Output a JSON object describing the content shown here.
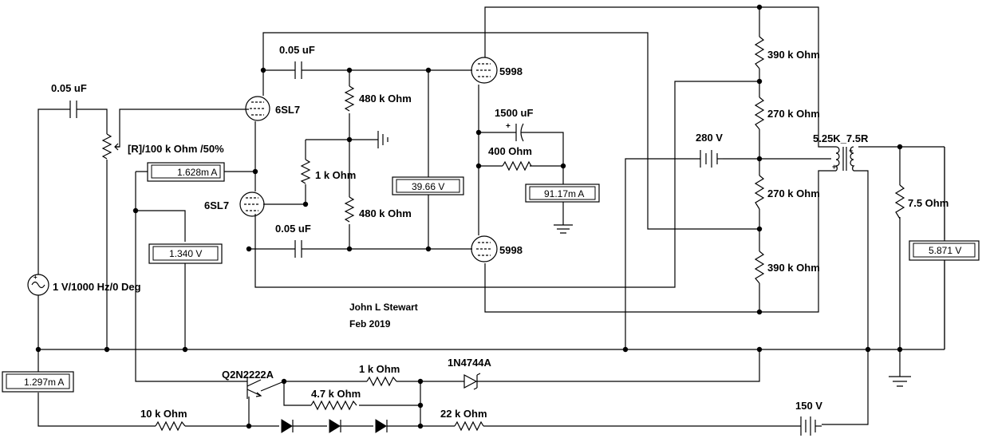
{
  "components": {
    "cap_input": "0.05 uF",
    "pot": "[R]/100 k Ohm /50%",
    "cap_top": "0.05 uF",
    "cap_bottom": "0.05 uF",
    "cap_1500": "1500 uF",
    "r_top_480": "480 k Ohm",
    "r_bot_480": "480 k Ohm",
    "r_1k_grid": "1 k Ohm",
    "r_400": "400  Ohm",
    "tube_6sl7_top": "6SL7",
    "tube_6sl7_bot": "6SL7",
    "tube_5998_top": "5998",
    "tube_5998_bot": "5998",
    "r_390_top": "390 k Ohm",
    "r_270_top": "270 k Ohm",
    "r_270_bot": "270 k Ohm",
    "r_390_bot": "390 k Ohm",
    "bat_280": "280 V",
    "transformer": "5.25K_7.5R",
    "r_load": "7.5  Ohm",
    "source": "1 V/1000 Hz/0 Deg",
    "transistor": "Q2N2222A",
    "zener": "1N4744A",
    "r_1k_bias": "1 k Ohm",
    "r_4k7": "4.7 k Ohm",
    "r_10k": "10 k Ohm",
    "r_22k": "22 k Ohm",
    "bat_150": "150 V"
  },
  "meters": {
    "m_1628": "1.628m A",
    "m_1340": "1.340     V",
    "m_3966": "39.66     V",
    "m_9117": "91.17m A",
    "m_5871": "5.871     V",
    "m_1297": "1.297m A"
  },
  "credits": {
    "author": "John L Stewart",
    "date": "Feb 2019"
  }
}
